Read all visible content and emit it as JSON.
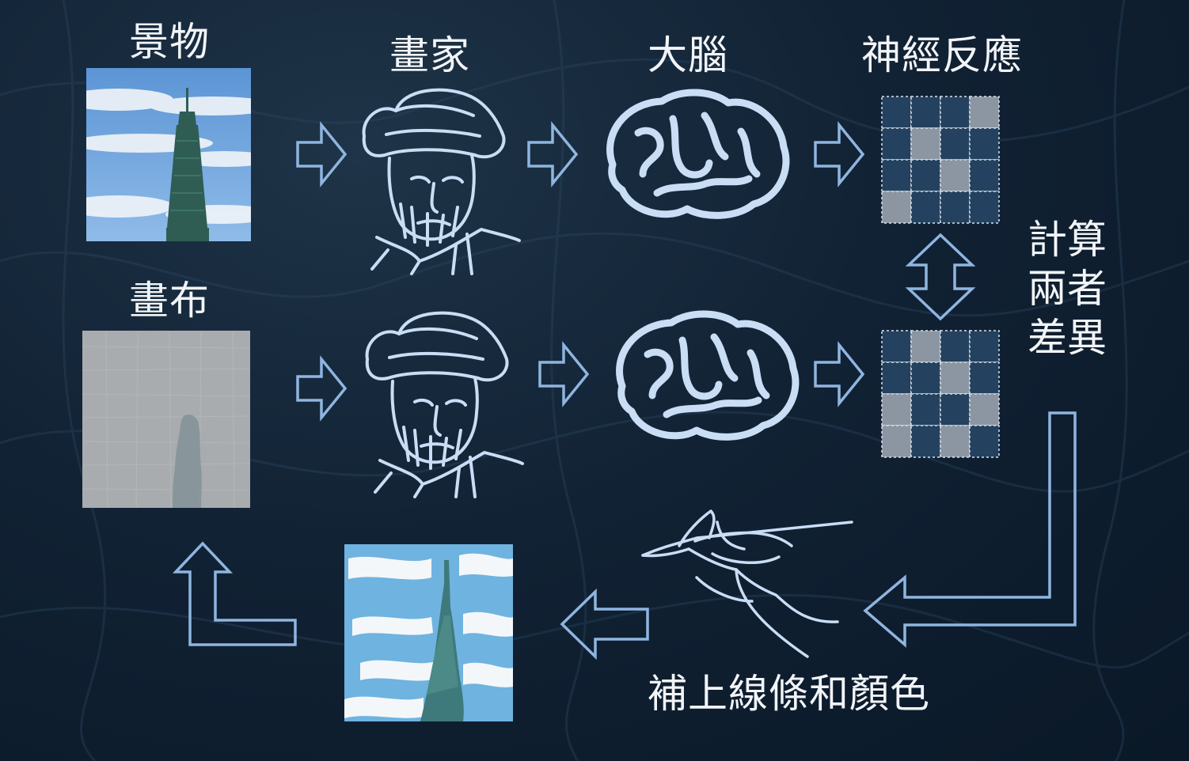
{
  "labels": {
    "scene": "景物",
    "painter": "畫家",
    "brain": "大腦",
    "neural_response": "神經反應",
    "canvas": "畫布",
    "compute_diff": [
      "計算",
      "兩者",
      "差異"
    ],
    "add_lines_colors": "補上線條和顏色"
  },
  "response_grids": {
    "top": [
      [
        0,
        0,
        0,
        1
      ],
      [
        0,
        1,
        0,
        0
      ],
      [
        0,
        0,
        1,
        0
      ],
      [
        1,
        0,
        0,
        0
      ]
    ],
    "bottom": [
      [
        0,
        1,
        0,
        0
      ],
      [
        0,
        0,
        1,
        0
      ],
      [
        1,
        0,
        0,
        1
      ],
      [
        1,
        0,
        1,
        0
      ]
    ]
  },
  "colors": {
    "accent": "#9cc3f0",
    "arrow_stroke": "#8fb5e0",
    "grid_dark": "#24425f",
    "grid_light": "#8c96a3"
  },
  "icons": [
    "painter-portrait-icon",
    "brain-icon",
    "hand-drawing-icon",
    "arrow-right-icon",
    "arrow-left-icon",
    "double-arrow-icon"
  ]
}
